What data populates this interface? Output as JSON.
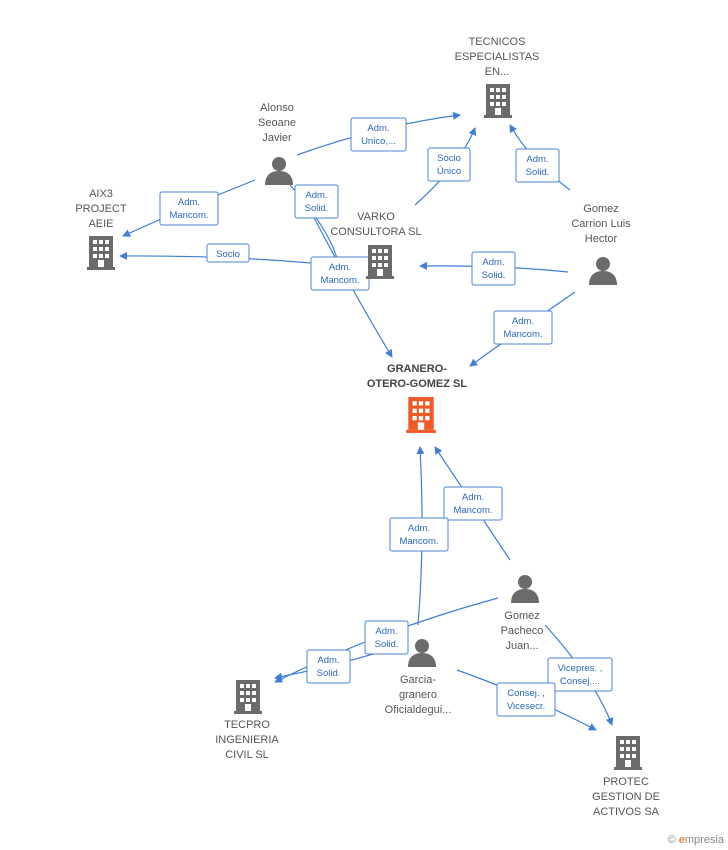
{
  "nodes": {
    "tecnicos": {
      "label": [
        "TECNICOS",
        "ESPECIALISTAS",
        "EN..."
      ],
      "type": "company"
    },
    "alonso": {
      "label": [
        "Alonso",
        "Seoane",
        "Javier"
      ],
      "type": "person"
    },
    "aix3": {
      "label": [
        "AIX3",
        "PROJECT",
        "AEIE"
      ],
      "type": "company"
    },
    "varko": {
      "label": [
        "VARKO",
        "CONSULTORA SL"
      ],
      "type": "company"
    },
    "gomez_carrion": {
      "label": [
        "Gomez",
        "Carrion Luis",
        "Hector"
      ],
      "type": "person"
    },
    "granero": {
      "label": [
        "GRANERO-",
        "OTERO-GOMEZ SL"
      ],
      "type": "main-company"
    },
    "gomez_pacheco": {
      "label": [
        "Gomez",
        "Pacheco",
        "Juan..."
      ],
      "type": "person"
    },
    "garcia": {
      "label": [
        "Garcia-",
        "granero",
        "Oficialdegui..."
      ],
      "type": "person"
    },
    "tecpro": {
      "label": [
        "TECPRO",
        "INGENIERIA",
        "CIVIL SL"
      ],
      "type": "company"
    },
    "protec": {
      "label": [
        "PROTEC",
        "GESTION DE",
        "ACTIVOS SA"
      ],
      "type": "company"
    }
  },
  "edge_labels": {
    "alonso_tecnicos": [
      "Adm.",
      "Unico,..."
    ],
    "varko_tecnicos": [
      "Socio",
      "Único"
    ],
    "gomez_tecnicos": [
      "Adm.",
      "Solid."
    ],
    "alonso_aix3": [
      "Adm.",
      "Mancom."
    ],
    "alonso_varko": [
      "Adm.",
      "Solid."
    ],
    "varko_aix3": [
      "Socio"
    ],
    "alonso_granero": [
      "Adm.",
      "Mancom."
    ],
    "gomez_varko": [
      "Adm.",
      "Solid."
    ],
    "gomez_granero": [
      "Adm.",
      "Mancom."
    ],
    "pacheco_granero": [
      "Adm.",
      "Mancom."
    ],
    "garcia_granero": [
      "Adm.",
      "Mancom."
    ],
    "pacheco_tecpro": [
      "Adm.",
      "Solid."
    ],
    "garcia_tecpro": [
      "Adm.",
      "Solid."
    ],
    "pacheco_protec": [
      "Vicepres. ,",
      "Consej...."
    ],
    "garcia_protec": [
      "Consej. ,",
      "Vicesecr."
    ]
  },
  "colors": {
    "edge": "#3f7fd5",
    "company": "#6b6b6b",
    "main": "#f05a28",
    "person": "#6b6b6b"
  },
  "footer": {
    "copyright": "©",
    "brand_e": "e",
    "brand_rest": "mpresia"
  }
}
